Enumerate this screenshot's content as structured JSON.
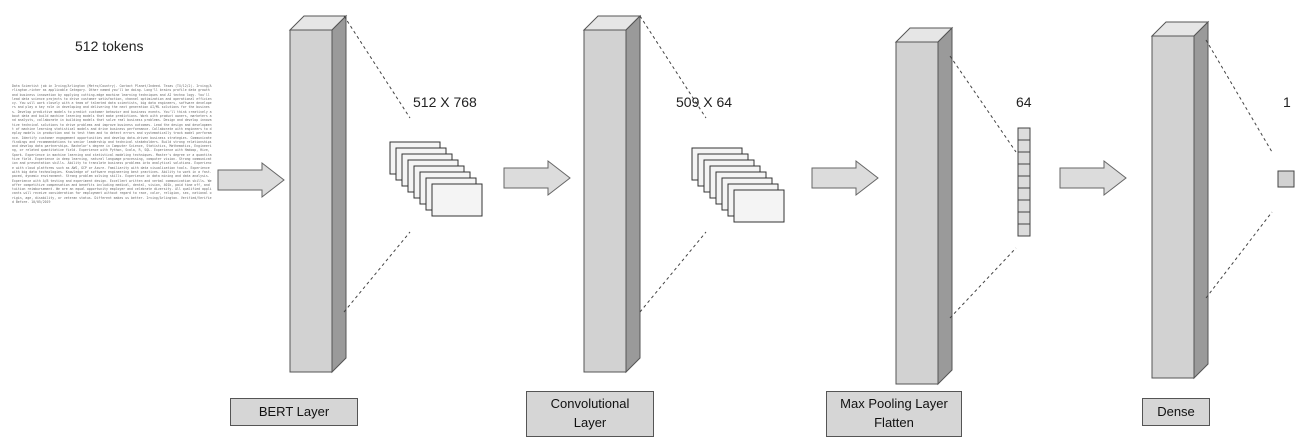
{
  "input": {
    "tokens_label": "512 tokens",
    "document_text": "Data Scientist job in Irving/Arlington (Metro/Country). Contact Planet/Indeed. Texas (TX/12/2). Irving/Arlington-richer as applicable Category. Other named you'll be doing. Long'll brains profile data growth and business innovation by applying cutting-edge machine learning techniques and AI techno logy. You'll lead data science projects to drive customer satisfaction, channel optimization and operational efficiency. You will work closely with a team of talented data scientists, big data engineers, software developers and play a key role in developing and delivering the next generation AI/ML solutions for the business. Develop predictive models to predict customer behavior and business events. You'll think creatively about data and build machine learning models that make predictions. Work with product owners, marketers and analysts, collaborate in building models that solve real business problems. Design and develop innovative technical solutions to drive problems and improve business outcomes. Lead the design and development of machine learning statistical models and drive business performance. Collaborate with engineers to deploy models in production and to test them and to detect errors and systematically track model performance. Identify customer engagement opportunities and develop data-driven business strategies. Communicate findings and recommendations to senior leadership and technical stakeholders. Build strong relationships and develop data partnerships. Bachelor's degree in Computer Science, Statistics, Mathematics, Engineering, or related quantitative field. Experience with Python, Scala, R, SQL. Experience with Hadoop, Hive, Spark. Experience in machine learning and statistical modeling techniques. Master's degree or a quantitative field. Experience in deep learning, natural language processing, computer vision. Strong communication and presentation skills. Ability to translate business problems into analytical solutions. Experience with cloud platforms such as AWS, GCP or Azure. Familiarity with data visualization tools. Experience with big data technologies. Knowledge of software engineering best practices. Ability to work in a fast-paced, dynamic environment. Strong problem solving skills. Experience in data mining and data analysis. Experience with A/B testing and experiment design. Excellent written and verbal communication skills. We offer competitive compensation and benefits including medical, dental, vision, 401k, paid time off, and tuition reimbursement. We are an equal opportunity employer and celebrate diversity. All qualified applicants will receive consideration for employment without regard to race, color, religion, sex, national origin, age, disability, or veteran status. Different makes us better. Irving/Arlington. Verified/Verified Before. 10/05/2019"
  },
  "stages": [
    {
      "name": "BERT Layer",
      "output_dim": "512 X 768"
    },
    {
      "name": "Convolutional Layer",
      "output_dim": "509 X 64"
    },
    {
      "name": "Max Pooling Layer Flatten",
      "output_dim": "64"
    },
    {
      "name": "Dense",
      "output_dim": "1"
    }
  ],
  "boxes": {
    "bert": "BERT Layer",
    "conv_line1": "Convolutional",
    "conv_line2": "Layer",
    "pool_line1": "Max Pooling Layer",
    "pool_line2": "Flatten",
    "dense": "Dense"
  },
  "colors": {
    "slab_front": "#d2d2d2",
    "slab_side": "#9a9a9a",
    "slab_top": "#e6e6e6",
    "arrow_fill": "#dcdcdc",
    "outline": "#555555"
  }
}
